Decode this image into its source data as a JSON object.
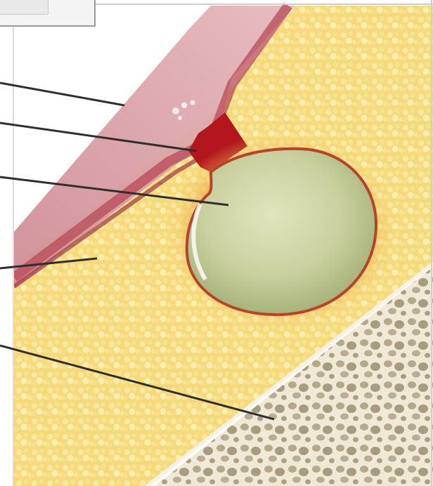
{
  "figure": {
    "subject": "",
    "colors": {
      "skin_outer": "#d9a3a8",
      "skin_inner": "#b85a66",
      "hair_follicle": "#b01e1e",
      "fat_tissue": "#f4d877",
      "cyst_fill": "#cdd4a4",
      "cyst_wall": "#c97a35",
      "bone": "#ece6d0",
      "leader_line": "#333333"
    },
    "callout_labels": [
      {
        "id": "label-1",
        "text": ""
      },
      {
        "id": "label-2",
        "text": ""
      },
      {
        "id": "label-3",
        "text": ""
      },
      {
        "id": "label-4",
        "text": ""
      },
      {
        "id": "label-5",
        "text": ""
      }
    ]
  }
}
